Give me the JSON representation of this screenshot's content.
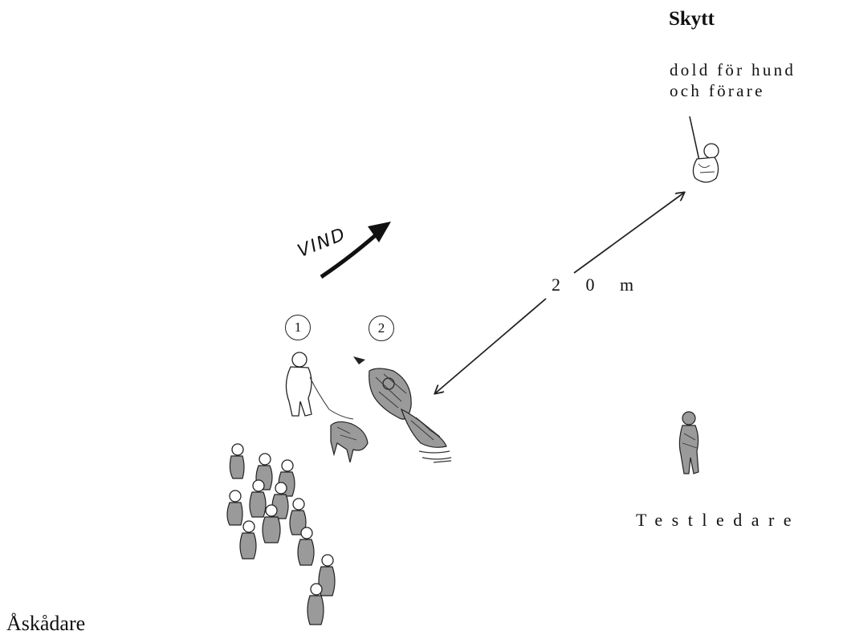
{
  "labels": {
    "shooter_title": "Skytt",
    "shooter_line1": "dold för hund",
    "shooter_line2": "och förare",
    "wind": "VIND",
    "distance": "2 0 m",
    "test_leader": "Testledare",
    "spectators": "Åskådare",
    "position_1": "1",
    "position_2": "2"
  }
}
